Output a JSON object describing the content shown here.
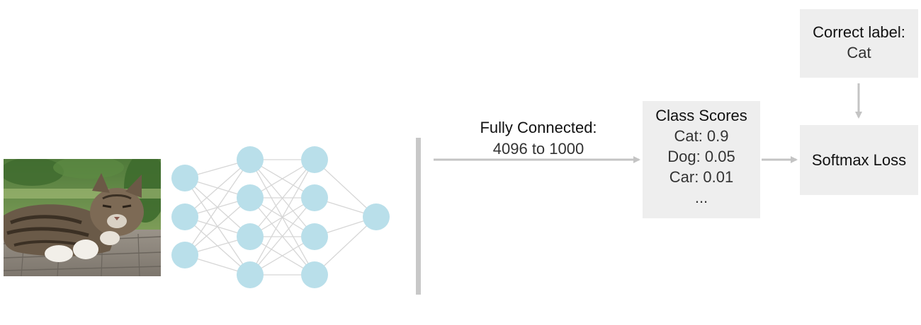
{
  "fully_connected": {
    "title": "Fully Connected:",
    "subtitle": "4096 to 1000"
  },
  "class_scores": {
    "title": "Class Scores",
    "rows": [
      "Cat: 0.9",
      "Dog: 0.05",
      "Car: 0.01",
      "..."
    ]
  },
  "correct_label": {
    "title": "Correct label:",
    "value": "Cat"
  },
  "softmax": {
    "label": "Softmax Loss"
  },
  "colors": {
    "node": "#b9dfea",
    "edge": "#d6d6d6",
    "box": "#eeeeee",
    "arrow": "#c4c4c4",
    "divider": "#c8c8c8"
  },
  "network": {
    "layers": [
      3,
      4,
      4,
      1
    ]
  },
  "icons": {
    "input_image": "cat-photo"
  }
}
